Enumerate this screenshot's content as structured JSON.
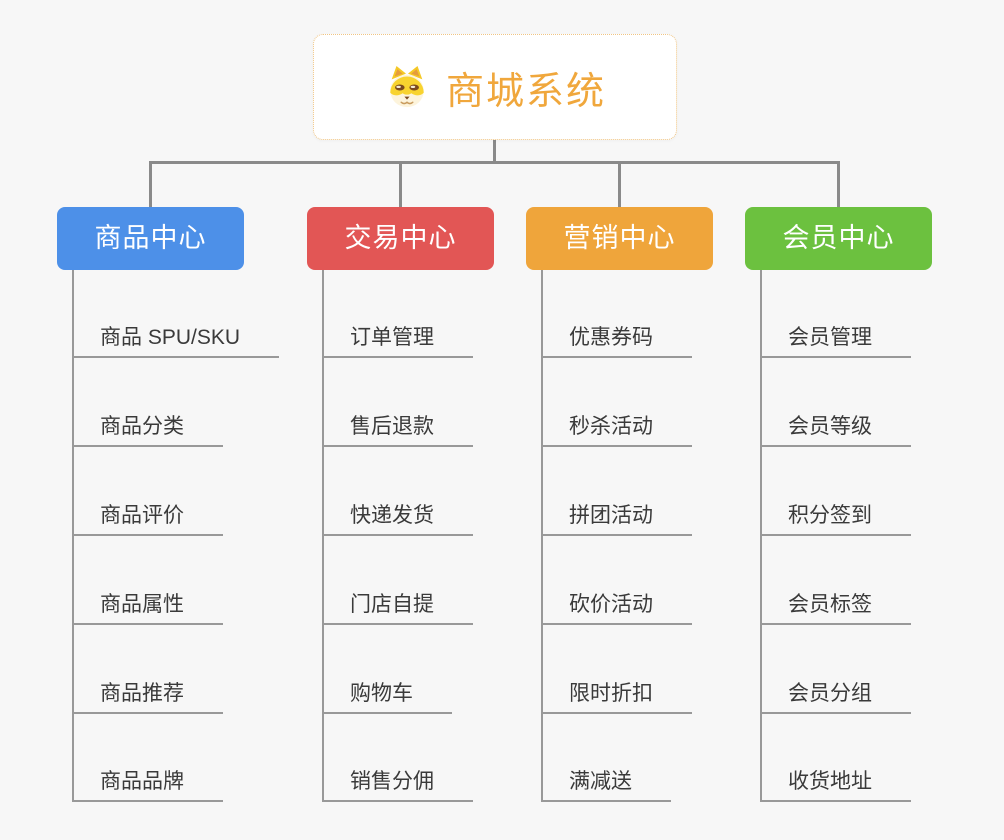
{
  "root": {
    "title": "商城系统",
    "icon": "shiba-dog-icon"
  },
  "colors": {
    "background": "#f7f7f7",
    "root_title": "#f0a73c",
    "root_border": "#f0c584",
    "connector_dark": "#8a8a8a",
    "connector_light": "#999999",
    "leaf_text": "#3a3a3a",
    "branch_product": "#4d90e8",
    "branch_trade": "#e25655",
    "branch_marketing": "#efa53b",
    "branch_member": "#6cc13f"
  },
  "branches": [
    {
      "label": "商品中心",
      "color": "#4d90e8",
      "items": [
        "商品 SPU/SKU",
        "商品分类",
        "商品评价",
        "商品属性",
        "商品推荐",
        "商品品牌"
      ]
    },
    {
      "label": "交易中心",
      "color": "#e25655",
      "items": [
        "订单管理",
        "售后退款",
        "快递发货",
        "门店自提",
        "购物车",
        "销售分佣"
      ]
    },
    {
      "label": "营销中心",
      "color": "#efa53b",
      "items": [
        "优惠券码",
        "秒杀活动",
        "拼团活动",
        "砍价活动",
        "限时折扣",
        "满减送"
      ]
    },
    {
      "label": "会员中心",
      "color": "#6cc13f",
      "items": [
        "会员管理",
        "会员等级",
        "积分签到",
        "会员标签",
        "会员分组",
        "收货地址"
      ]
    }
  ]
}
